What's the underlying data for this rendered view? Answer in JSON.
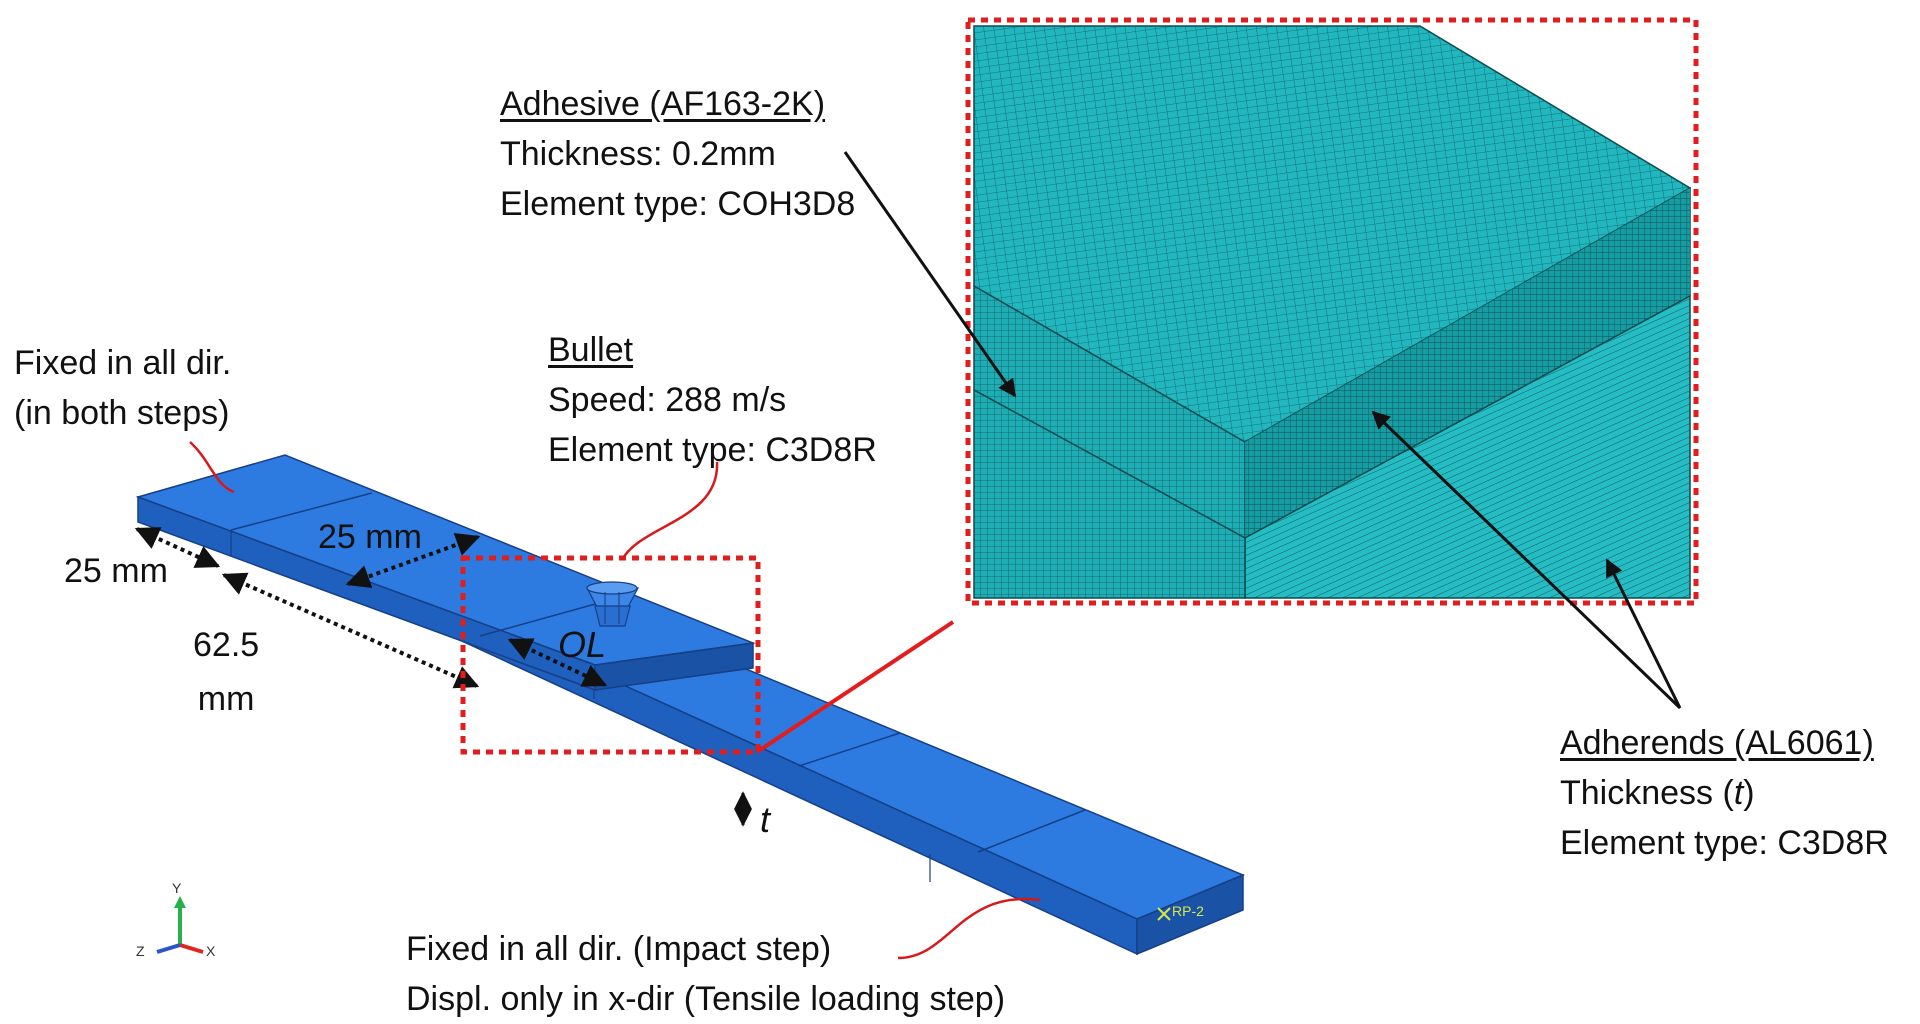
{
  "colors": {
    "strip_top": "#2d7be0",
    "strip_side": "#1f5fbd",
    "strip_edge": "#163f86",
    "mesh_fill": "#21b5bd",
    "mesh_line": "#0c5e63",
    "callout_red": "#e11d1d",
    "leader_red": "#d7191c",
    "arrow_black": "#111111",
    "axis_y": "#27b14b",
    "axis_x": "#e0261f",
    "axis_z": "#2a54c9",
    "rp_marker": "#d8e84a"
  },
  "icons": [
    "mesh-inset",
    "axis-triad-icon",
    "reference-point-icon",
    "bullet-icon"
  ],
  "adhesive": {
    "title": "Adhesive (AF163-2K)",
    "thickness": "Thickness: 0.2mm",
    "element": "Element type: COH3D8"
  },
  "bullet": {
    "title": "Bullet",
    "speed": "Speed: 288 m/s",
    "element": "Element type: C3D8R"
  },
  "fixed_left": {
    "line1": "Fixed in all dir.",
    "line2": "(in both steps)"
  },
  "dims": {
    "width_25_top": "25 mm",
    "width_25_left": "25 mm",
    "length_line1": "62.5",
    "length_line2": "mm",
    "overlap": "OL",
    "thickness": "t"
  },
  "adherends": {
    "title": "Adherends (AL6061)",
    "thickness_prefix": "Thickness (",
    "thickness_symbol": "t",
    "thickness_suffix": ")",
    "element": "Element type: C3D8R"
  },
  "fixed_right": {
    "line1": "Fixed in all dir. (Impact step)",
    "line2": "Displ. only in x-dir (Tensile loading step)"
  },
  "axes": {
    "y": "Y",
    "x": "X",
    "z": "Z"
  },
  "ref_point": "RP-2"
}
